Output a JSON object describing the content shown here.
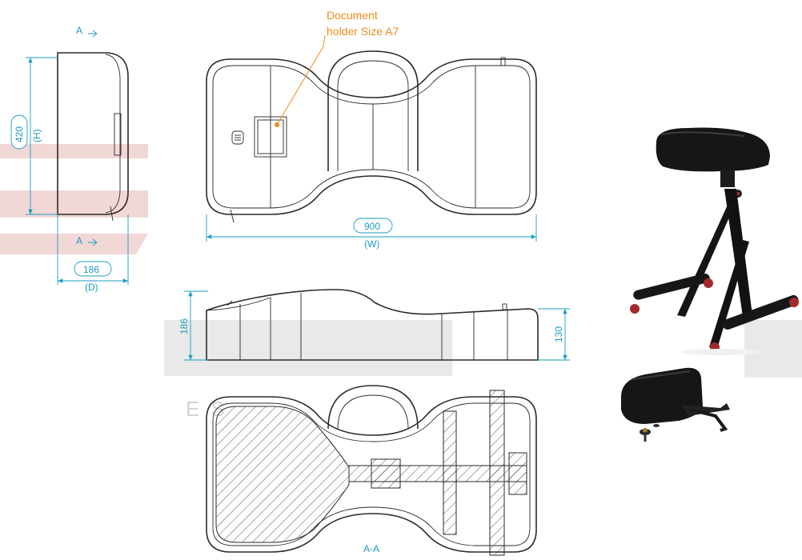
{
  "callout": {
    "line1": "Document",
    "line2": "holder Size A7"
  },
  "side_view": {
    "section_mark_top": "A",
    "section_mark_bottom": "A",
    "height_value": "420",
    "height_symbol": "(H)",
    "depth_value": "186",
    "depth_symbol": "(D)"
  },
  "top_view": {
    "width_value": "900",
    "width_symbol": "(W)"
  },
  "front_view": {
    "left_height": "186",
    "right_height": "130"
  },
  "section_view": {
    "label": "A-A"
  },
  "watermark": {
    "text": "ES"
  },
  "colors": {
    "dimension": "#1b9dbf",
    "callout": "#f08a1c",
    "outline": "#2a2a2a"
  }
}
